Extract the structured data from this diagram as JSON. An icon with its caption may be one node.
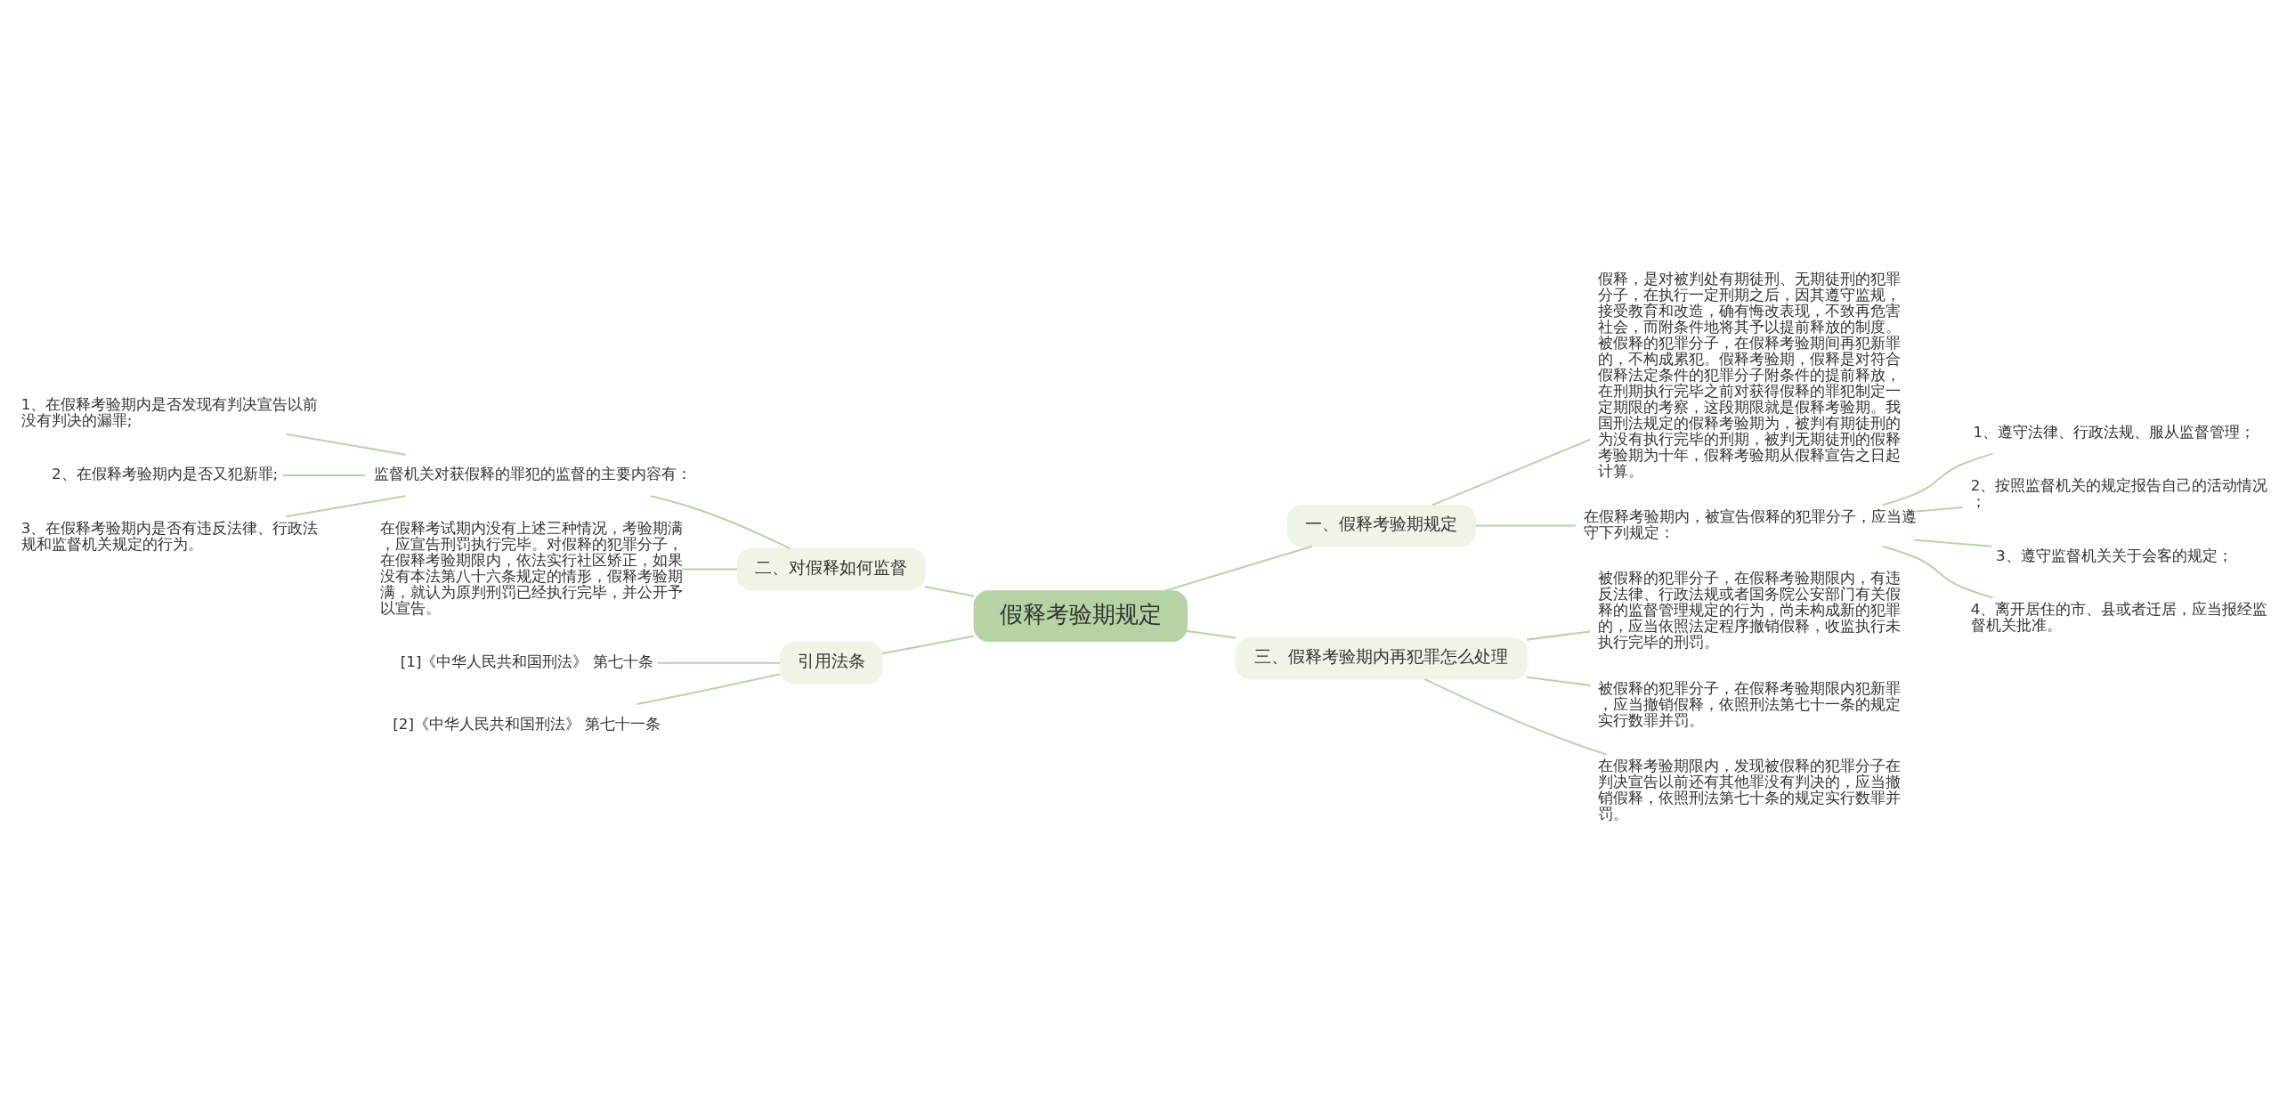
{
  "diagram": {
    "nodes": [
      {
        "text": [
          "假释考验期规定"
        ]
      },
      {
        "text": [
          "一、假释考验期规定"
        ]
      },
      {
        "text": [
          "假释，是对被判处有期徒刑、无期徒刑的犯罪分子，在执行一定刑期之后，因其遵守监规，接受教育和改造，确有悔改表现，不致再危害社会，而附条件地将其予以提前释放的制度。被假释的犯罪分子，在假释考验期间再犯新罪的，不构成累犯。假释考验期，假释是对符合假释法定条件的犯罪分子附条件的提前释放，在刑期执行完毕之前对获得假释的罪犯制定一定期限的考察，这段期限就是假释考验期。我国刑法规定的假释考验期为，被判有期徒刑的为没有执行完毕的刑期，被判无期徒刑的假释考验期为十年，假释考验期从假释宣告之日起计算。"
        ]
      },
      {
        "text": [
          "在假释考验期内，被宣告假释的犯罪分子，应当遵守下列规定："
        ]
      },
      {
        "text": [
          "1、遵守法律、行政法规、服从监督管理；"
        ]
      },
      {
        "text": [
          "2、按照监督机关的规定报告自己的活动情况；"
        ]
      },
      {
        "text": [
          "3、遵守监督机关关于会客的规定；"
        ]
      },
      {
        "text": [
          "4、离开居住的市、县或者迁居，应当报经监督机关批准。"
        ]
      },
      {
        "text": [
          "二、对假释如何监督"
        ]
      },
      {
        "text": [
          "监督机关对获假释的罪犯的监督的主要内容有："
        ]
      },
      {
        "text": [
          "1、在假释考验期内是否发现有判决宣告以前没有判决的漏罪;"
        ]
      },
      {
        "text": [
          "2、在假释考验期内是否又犯新罪;"
        ]
      },
      {
        "text": [
          "3、在假释考验期内是否有违反法律、行政法规和监督机关规定的行为。"
        ]
      },
      {
        "text": [
          "在假释考试期内没有上述三种情况，考验期满，应宣告刑罚执行完毕。对假释的犯罪分子，在假释考验期限内，依法实行社区矫正，如果没有本法第八十六条规定的情形，假释考验期满，就认为原判刑罚已经执行完毕，并公开予以宣告。"
        ]
      },
      {
        "text": [
          "引用法条"
        ]
      },
      {
        "text": [
          "[1]《中华人民共和国刑法》 第七十条"
        ]
      },
      {
        "text": [
          "[2]《中华人民共和国刑法》 第七十一条"
        ]
      },
      {
        "text": [
          "三、假释考验期内再犯罪怎么处理"
        ]
      },
      {
        "text": [
          "被假释的犯罪分子，在假释考验期限内，有违反法律、行政法规或者国务院公安部门有关假释的监督管理规定的行为，尚未构成新的犯罪的，应当依照法定程序撤销假释，收监执行未执行完毕的刑罚。"
        ]
      },
      {
        "text": [
          "被假释的犯罪分子，在假释考验期限内犯新罪，应当撤销假释，依照刑法第七十一条的规定实行数罪并罚。"
        ]
      },
      {
        "text": [
          "在假释考验期限内，发现被假释的犯罪分子在判决宣告以前还有其他罪没有判决的，应当撤销假释，依照刑法第七十条的规定实行数罪并罚。"
        ]
      }
    ],
    "edges": [
      {
        "from": 0,
        "to": 1,
        "arrow": "none"
      },
      {
        "from": 1,
        "to": 2,
        "arrow": "none"
      },
      {
        "from": 1,
        "to": 3,
        "arrow": "none"
      },
      {
        "from": 3,
        "to": 4,
        "arrow": "none"
      },
      {
        "from": 3,
        "to": 5,
        "arrow": "none"
      },
      {
        "from": 3,
        "to": 6,
        "arrow": "none"
      },
      {
        "from": 3,
        "to": 7,
        "arrow": "none"
      },
      {
        "from": 0,
        "to": 8,
        "arrow": "none"
      },
      {
        "from": 8,
        "to": 9,
        "arrow": "none"
      },
      {
        "from": 9,
        "to": 10,
        "arrow": "none"
      },
      {
        "from": 9,
        "to": 11,
        "arrow": "none"
      },
      {
        "from": 9,
        "to": 12,
        "arrow": "none"
      },
      {
        "from": 8,
        "to": 13,
        "arrow": "none"
      },
      {
        "from": 0,
        "to": 14,
        "arrow": "none"
      },
      {
        "from": 14,
        "to": 15,
        "arrow": "none"
      },
      {
        "from": 14,
        "to": 16,
        "arrow": "none"
      },
      {
        "from": 0,
        "to": 17,
        "arrow": "none"
      },
      {
        "from": 17,
        "to": 18,
        "arrow": "none"
      },
      {
        "from": 17,
        "to": 19,
        "arrow": "none"
      },
      {
        "from": 17,
        "to": 20,
        "arrow": "none"
      }
    ]
  }
}
